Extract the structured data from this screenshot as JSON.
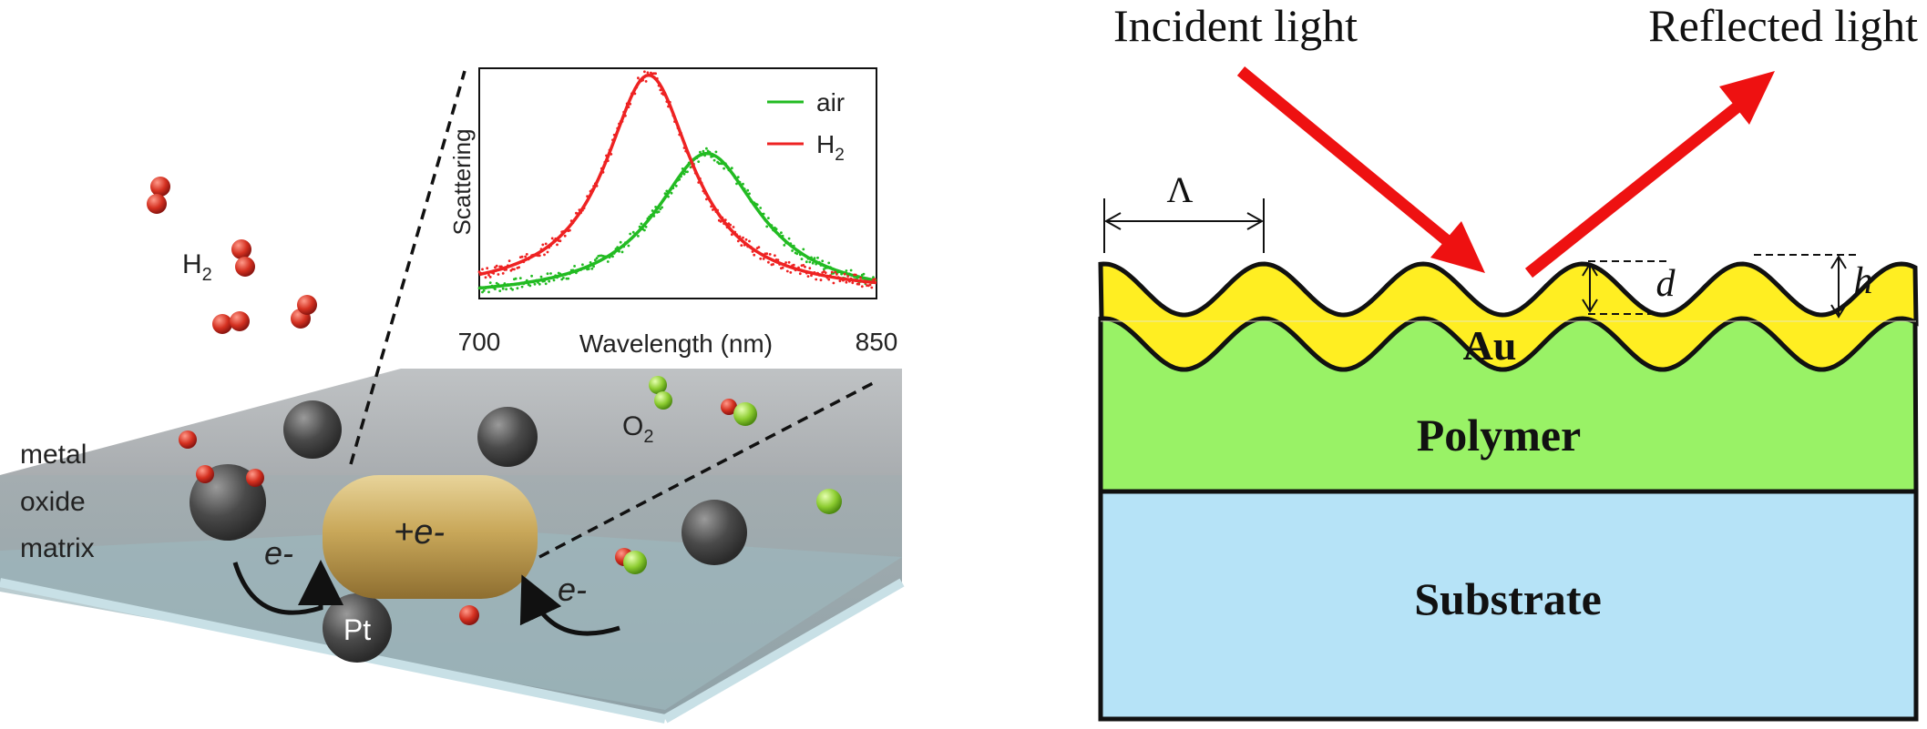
{
  "left": {
    "inset": {
      "legend": {
        "air": "air",
        "h2_main": "H",
        "h2_sub": "2"
      },
      "y_label": "Scattering",
      "x_label": "Wavelength (nm)",
      "x_min_label": "700",
      "x_max_label": "850",
      "colors": {
        "air": "#22bb22",
        "h2": "#ee2222"
      }
    },
    "h2_label": {
      "main": "H",
      "sub": "2"
    },
    "o2_label": {
      "main": "O",
      "sub": "2"
    },
    "matrix_label": [
      "metal",
      "oxide",
      "matrix"
    ],
    "rod_label": "+e-",
    "electron_left": "e-",
    "electron_right": "e-",
    "pt_label": "Pt"
  },
  "right": {
    "incident_label": "Incident light",
    "reflected_label": "Reflected light",
    "lambda_label": "Λ",
    "d_label": "d",
    "h_label": "h",
    "au_label": "Au",
    "polymer_label": "Polymer",
    "substrate_label": "Substrate",
    "colors": {
      "au": "#ffee22",
      "polymer": "#99f266",
      "substrate": "#b6e3f7",
      "arrow": "#ee1111"
    }
  }
}
